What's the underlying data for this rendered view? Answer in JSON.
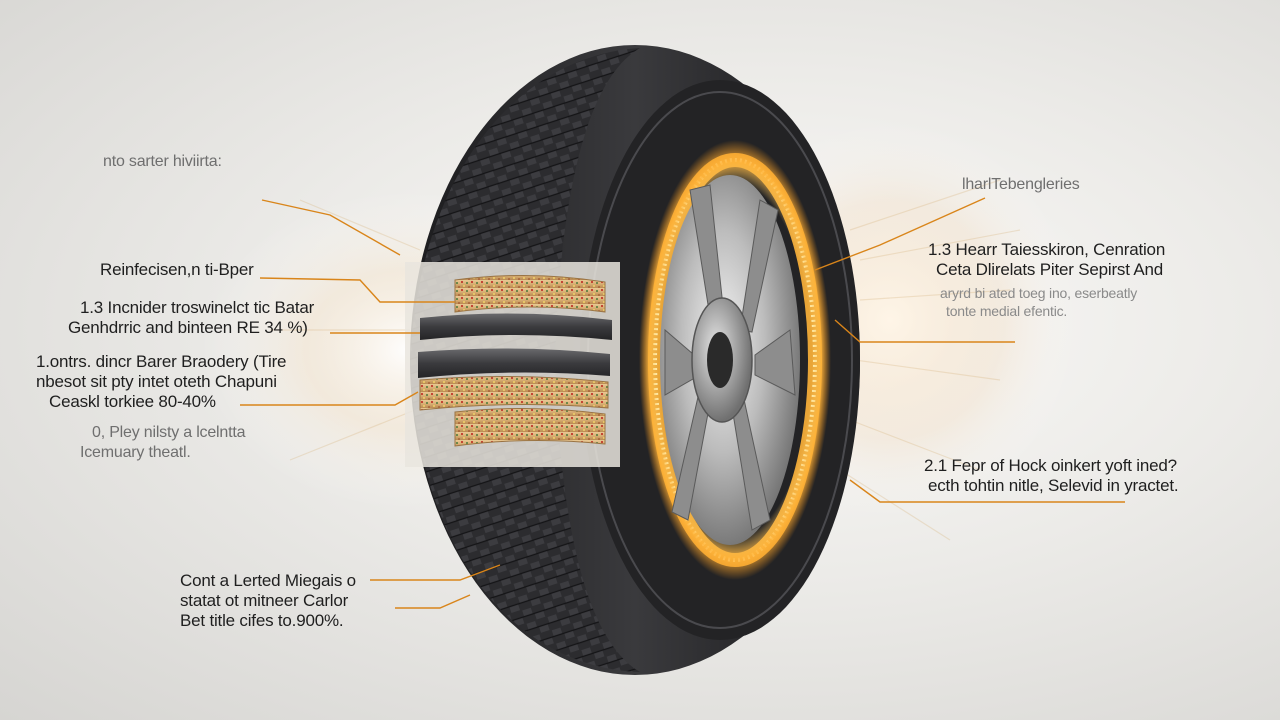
{
  "annotations": {
    "top_left": "nto sarter hiviirta:",
    "top_right": "lharlTebengleries",
    "left_1": [
      "Reinfecisen,n ti-Bper"
    ],
    "left_2": [
      "1.3 Incnider troswinelct tic Batar",
      "Genhdrric and binteen RE 34 %)"
    ],
    "left_3": [
      "1.ontrs. dincr Barer Braodery (Tire",
      "nbesot sit pty intet oteth Chapuni",
      "Ceaskl torkiee 80-40%"
    ],
    "left_4": [
      "0, Pley nilsty a lcelntta",
      "Icemuary theatl."
    ],
    "bottom_left": [
      "Cont a Lerted Miegais o",
      "statat ot mitneer Carlor",
      "Bet title cifes to.900%."
    ],
    "right_1": [
      "1.3 Hearr Taiesskiron, Cenration",
      "Ceta Dlirelats Piter Sepirst And"
    ],
    "right_1_sub": [
      "aryrd bi ated toeg ino, eserbeatly",
      "tonte medial efentic."
    ],
    "right_2": [
      "2.1 Fepr of Hock oinkert yoft ined?",
      "ecth tohtin nitle, Selevid in yractet."
    ]
  },
  "colors": {
    "leader": "#d9851a",
    "rim_glow": "#ffb43a",
    "tire": "#2b2b2d"
  }
}
